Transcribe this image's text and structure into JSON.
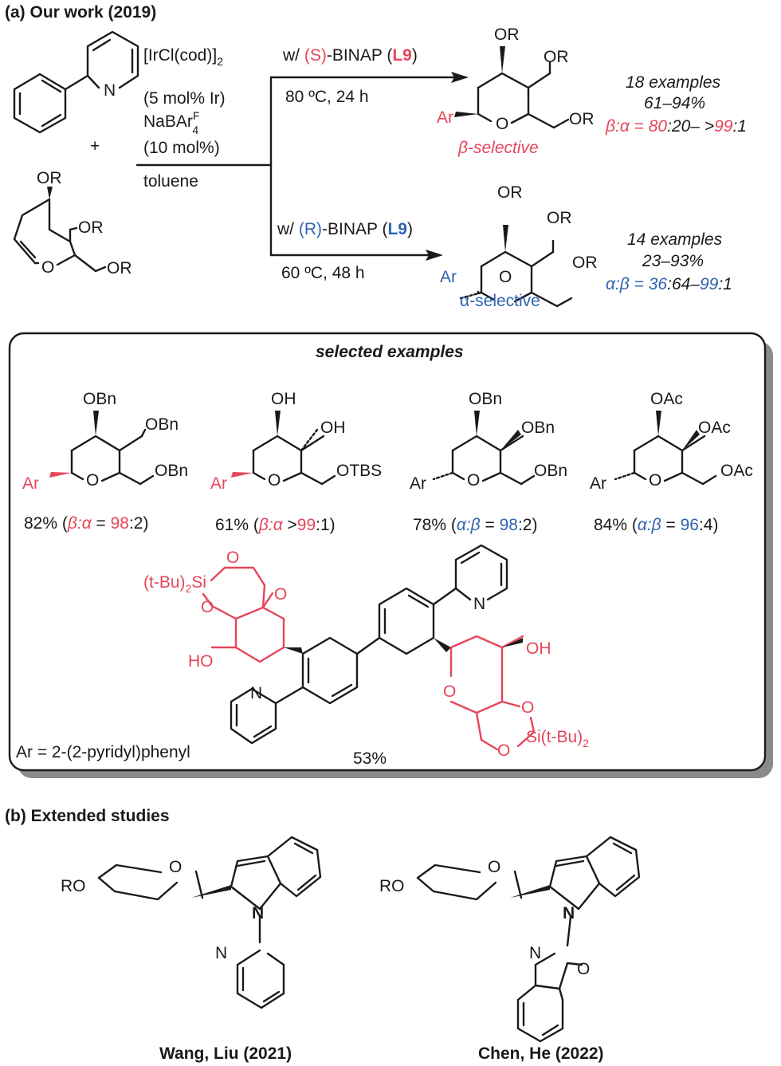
{
  "part_a": {
    "heading": "(a) Our work (2019)",
    "reagents": {
      "catalyst": "[IrCl(cod)]",
      "catalyst_sub": "2",
      "loading": "(5 mol% Ir)",
      "salt_main": "NaBAr",
      "salt_sup": "F",
      "salt_sub": "4",
      "salt_loading": "(10 mol%)",
      "solvent": "toluene",
      "plus": "+",
      "pyridine_n": "N"
    },
    "substrate_labels": {
      "or_top": "OR",
      "or_mid": "OR",
      "or_side": "OR",
      "o_ring": "O"
    },
    "top_path": {
      "ligand_prefix": "w/ ",
      "ligand_config": "(S)",
      "ligand_name": "-BINAP",
      "ligand_code_open": " (",
      "ligand_code": "L9",
      "ligand_code_close": ")",
      "conditions": "80 ºC, 24 h",
      "product_labels": {
        "or_top": "OR",
        "or_mid": "OR",
        "or_side": "OR",
        "ar": "Ar",
        "o_ring": "O"
      },
      "selectivity": "β-selective",
      "examples": "18 examples",
      "yield": "61–94%",
      "ratio_label": "β:α = ",
      "ratio_low": "80",
      "ratio_mid": ":20– >",
      "ratio_high": "99",
      "ratio_end": ":1"
    },
    "bottom_path": {
      "ligand_prefix": "w/ ",
      "ligand_config": "(R)",
      "ligand_name": "-BINAP",
      "ligand_code_open": " (",
      "ligand_code": "L9",
      "ligand_code_close": ")",
      "conditions": "60 ºC, 48 h",
      "product_labels": {
        "or_top": "OR",
        "or_mid": "OR",
        "or_side": "OR",
        "ar": "Ar",
        "o_ring": "O"
      },
      "selectivity": "α-selective",
      "examples": "14 examples",
      "yield": "23–93%",
      "ratio_label": "α:β = ",
      "ratio_low": "36",
      "ratio_mid": ":64–",
      "ratio_high": "99",
      "ratio_end": ":1"
    },
    "selected_examples": {
      "title": "selected examples",
      "items": [
        {
          "labels": [
            "OBn",
            "OBn",
            "OBn",
            "Ar",
            "O"
          ],
          "yield_text": "82% (",
          "ratio_sym": "β:α",
          "ratio_eq": " = ",
          "ratio_val": "98",
          "ratio_end": ":2)"
        },
        {
          "labels": [
            "OH",
            "OH",
            "OTBS",
            "Ar",
            "O"
          ],
          "yield_text": "61% (",
          "ratio_sym": "β:α",
          "ratio_eq": " >",
          "ratio_val": "99",
          "ratio_end": ":1)"
        },
        {
          "labels": [
            "OBn",
            "OBn",
            "OBn",
            "Ar",
            "O"
          ],
          "yield_text": "78% (",
          "ratio_sym": "α:β",
          "ratio_eq": " = ",
          "ratio_val": "98",
          "ratio_end": ":2)"
        },
        {
          "labels": [
            "OAc",
            "OAc",
            "OAc",
            "Ar",
            "O"
          ],
          "yield_text": "84% (",
          "ratio_sym": "α:β",
          "ratio_eq": " = ",
          "ratio_val": "96",
          "ratio_end": ":4)"
        }
      ],
      "dimer": {
        "si_left": "(t-Bu)",
        "si_left_sub": "2",
        "si_left_end": "Si",
        "o_labels": [
          "O",
          "O",
          "O",
          "O",
          "O",
          "O"
        ],
        "ho": "HO",
        "oh": "OH",
        "si_right": "Si(t-Bu)",
        "si_right_sub": "2",
        "n_top": "N",
        "n_bottom": "N",
        "yield": "53%"
      },
      "ar_definition": "Ar = 2-(2-pyridyl)phenyl"
    }
  },
  "part_b": {
    "heading": "(b) Extended studies",
    "studies": [
      {
        "ro": "RO",
        "o": "O",
        "n1": "N",
        "n2": "N",
        "author": "Wang, Liu (2021)"
      },
      {
        "ro": "RO",
        "o": "O",
        "n1": "N",
        "n2": "N",
        "o2": "O",
        "author": "Chen, He (2022)"
      }
    ]
  }
}
